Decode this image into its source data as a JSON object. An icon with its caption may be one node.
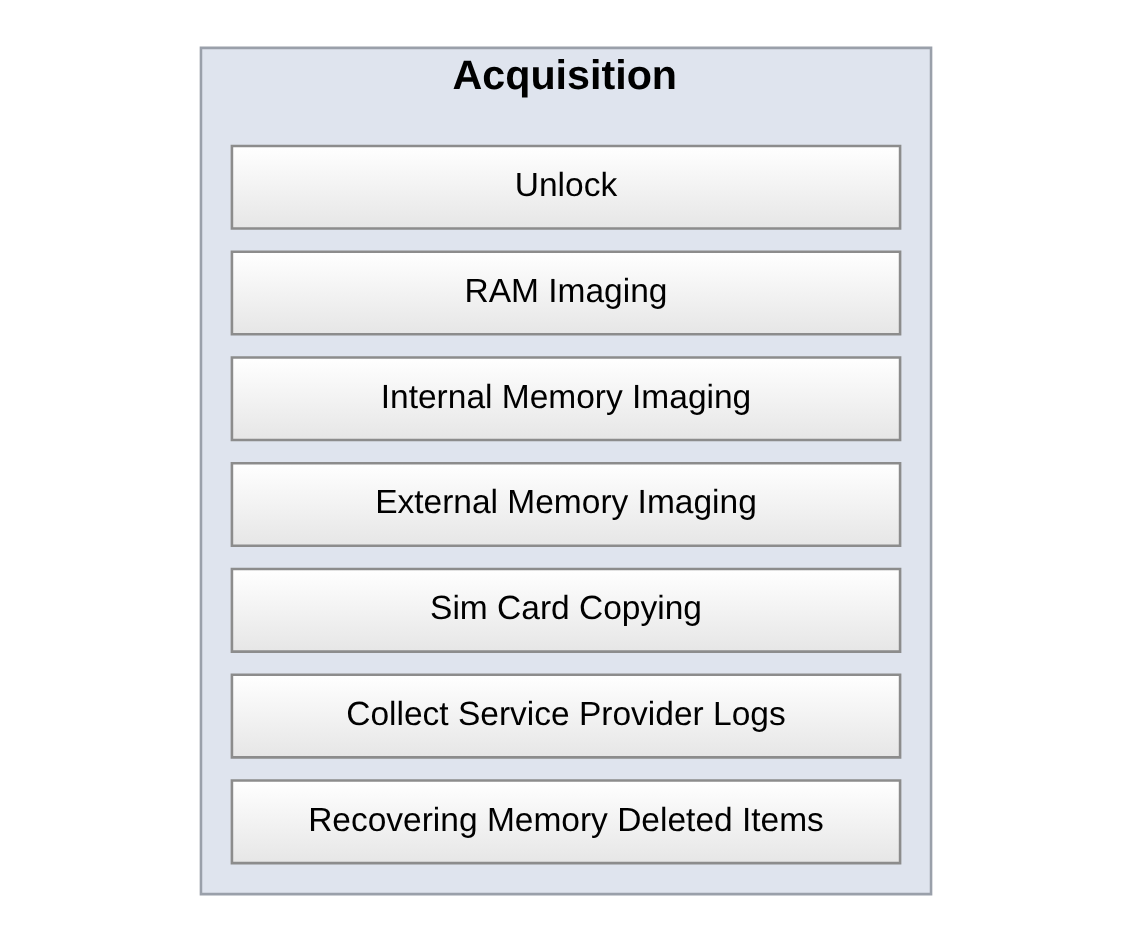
{
  "diagram": {
    "nodes": [
      {
        "text": [
          "Acquisition"
        ]
      },
      {
        "text": [
          "Unlock"
        ],
        "in": 0
      },
      {
        "text": [
          "RAM Imaging"
        ],
        "in": 0
      },
      {
        "text": [
          "Internal Memory Imaging"
        ],
        "in": 0
      },
      {
        "text": [
          "External Memory Imaging"
        ],
        "in": 0
      },
      {
        "text": [
          "Sim Card Copying"
        ],
        "in": 0
      },
      {
        "text": [
          "Collect Service Provider Logs"
        ],
        "in": 0
      },
      {
        "text": [
          "Recovering Memory Deleted Items"
        ],
        "in": 0
      }
    ]
  }
}
